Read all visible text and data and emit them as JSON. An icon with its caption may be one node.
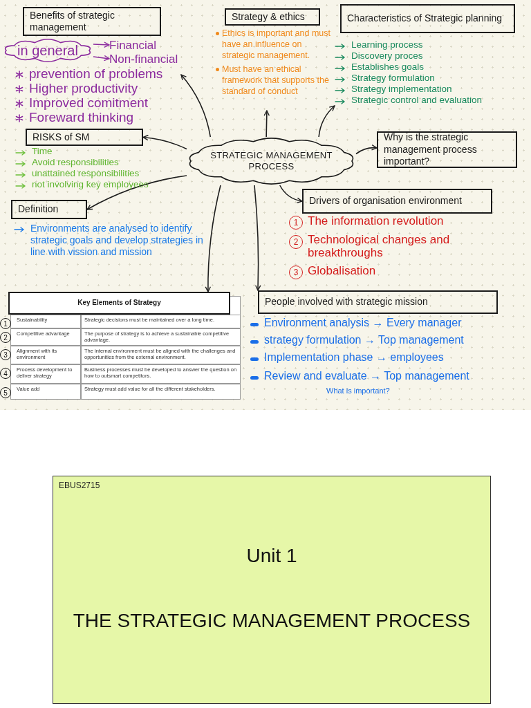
{
  "diagram": {
    "nodes": [
      {
        "text": [
          "STRATEGIC MANAGEMENT PROCESS"
        ]
      },
      {
        "text": [
          "Benefits of strategic management"
        ]
      },
      {
        "text": [
          "prevention of problems",
          "Higher productivity",
          "Improved comitment",
          "Foreward thinking"
        ]
      },
      {
        "text": [
          "in general"
        ]
      },
      {
        "text": [
          "Financial"
        ]
      },
      {
        "text": [
          "Non-financial"
        ]
      },
      {
        "text": [
          "Strategy & ethics"
        ]
      },
      {
        "text": [
          "Ethics is important and must have an influence on strategic management.",
          "Must have an ethical framework that supports the standard of conduct"
        ]
      },
      {
        "text": [
          "Characteristics of Strategic planning"
        ]
      },
      {
        "text": [
          "Learning process",
          "Discovery proces",
          "Establishes goals",
          "Strategy formulation",
          "Strategy implementation",
          "Strategic control and evaluation"
        ]
      },
      {
        "text": [
          "RISKS of SM"
        ]
      },
      {
        "text": [
          "Why is the strategic management process important?"
        ]
      },
      {
        "text": [
          "Definition"
        ]
      },
      {
        "text": [
          "Drivers of organisation environment"
        ]
      },
      {
        "text": [
          "Key Elements of Strategy"
        ]
      },
      {
        "text": [
          "People involved with strategic mission"
        ]
      },
      {
        "text": [
          "EBUS2715",
          "Unit 1",
          "THE STRATEGIC MANAGEMENT PROCESS"
        ]
      }
    ],
    "edges": [
      {
        "from": 0,
        "to": 2,
        "arrow": "to"
      },
      {
        "from": 0,
        "to": 7,
        "arrow": "to"
      },
      {
        "from": 0,
        "to": 9,
        "arrow": "to"
      },
      {
        "from": 0,
        "to": 11,
        "arrow": "to"
      },
      {
        "from": 0,
        "to": 10,
        "arrow": "to"
      },
      {
        "from": 0,
        "to": 12,
        "arrow": "to"
      },
      {
        "from": 0,
        "to": 13,
        "arrow": "to"
      },
      {
        "from": 0,
        "to": 14,
        "arrow": "to"
      },
      {
        "from": 0,
        "to": 15,
        "arrow": "to"
      },
      {
        "from": 3,
        "to": 4,
        "arrow": "to",
        "color": "#8b2a9e"
      },
      {
        "from": 3,
        "to": 5,
        "arrow": "to",
        "color": "#8b2a9e"
      }
    ],
    "labels": [
      "Time",
      "Avoid responsibilities",
      "unattained responsibilities",
      "not involving key employees",
      "Environments are analysed to identify strategic goals and develop strategies in line with vission and mission",
      "1",
      "The information revolution",
      "2",
      "Technological changes and breakthroughs",
      "3",
      "Globalisation",
      "1",
      "Sustainability",
      "Strategic decisions must be maintained over a long time.",
      "2",
      "Competitive advantage",
      "The purpose of strategy is to achieve a sustainable competitive advantage.",
      "3",
      "Alignment with its environment",
      "The internal environment must be aligned with the challenges and opportunities from the external environment.",
      "4",
      "Process development to deliver strategy",
      "Business processes must be developed to answer the question on how to outsmart competitors.",
      "5",
      "Value add",
      "Strategy must add value for all the different stakeholders.",
      "Environment analysis → Every manager",
      "strategy formulation → Top management",
      "Implementation phase → employees",
      "Review and evaluate → Top management",
      "What is important?"
    ]
  }
}
